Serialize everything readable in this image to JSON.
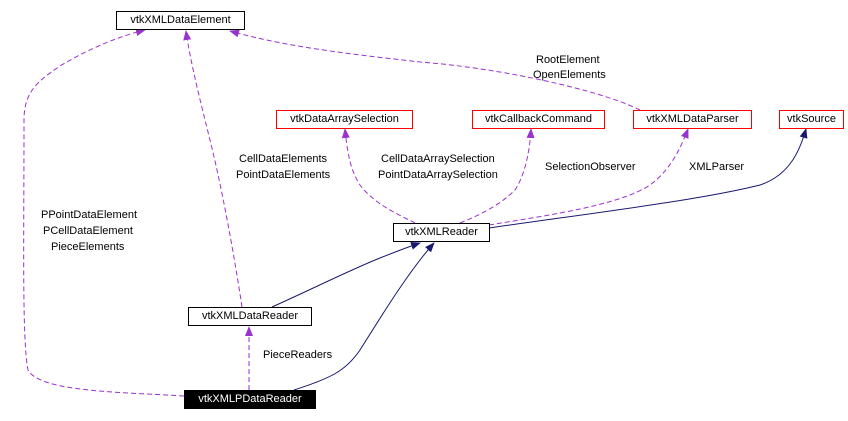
{
  "colors": {
    "usage_edge": "#9a32cd",
    "inherit_edge": "#191970",
    "external_border": "#ff0000",
    "current_fill": "#000000"
  },
  "nodes": {
    "xml_data_element": "vtkXMLDataElement",
    "data_array_selection": "vtkDataArraySelection",
    "callback_command": "vtkCallbackCommand",
    "xml_data_parser": "vtkXMLDataParser",
    "source": "vtkSource",
    "xml_reader": "vtkXMLReader",
    "xml_data_reader": "vtkXMLDataReader",
    "xml_p_data_reader": "vtkXMLPDataReader"
  },
  "edge_labels": {
    "root_element": "RootElement",
    "open_elements": "OpenElements",
    "cell_data_elements": "CellDataElements",
    "point_data_elements": "PointDataElements",
    "cell_data_array_selection": "CellDataArraySelection",
    "point_data_array_selection": "PointDataArraySelection",
    "selection_observer": "SelectionObserver",
    "xml_parser": "XMLParser",
    "p_point_data_element": "PPointDataElement",
    "p_cell_data_element": "PCellDataElement",
    "piece_elements": "PieceElements",
    "piece_readers": "PieceReaders"
  }
}
